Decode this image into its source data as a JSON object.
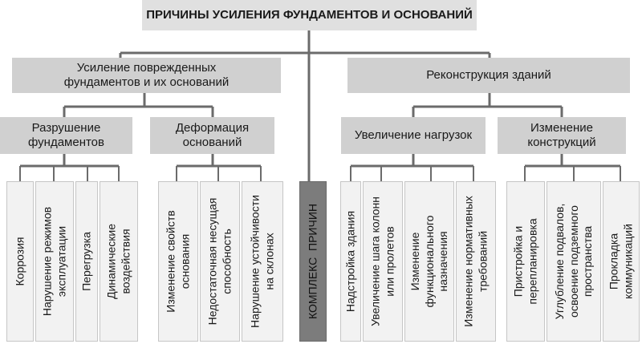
{
  "title": "ПРИЧИНЫ УСИЛЕНИЯ ФУНДАМЕНТОВ И ОСНОВАНИЙ",
  "branches": {
    "damaged": "Усиление поврежденных\nфундаментов и их оснований",
    "reconstruction": "Реконструкция зданий"
  },
  "groups": {
    "destruction": "Разрушение\nфундаментов",
    "deformation": "Деформация\nоснований",
    "load_increase": "Увеличение нагрузок",
    "structure_change": "Изменение\nконструкций"
  },
  "center": "КОМПЛЕКС  ПРИЧИН",
  "leaves": {
    "destruction": [
      "Коррозия",
      "Нарушение режимов\nэксплуатации",
      "Перегрузка",
      "Динамические\nвоздействия"
    ],
    "deformation": [
      "Изменение свойств\nоснования",
      "Недостаточная несущая\nспособность",
      "Нарушение устойчивости\nна склонах"
    ],
    "load_increase": [
      "Надстройка здания",
      "Увеличение шага колонн\nили пролетов",
      "Изменение\nфункционального\nназначения",
      "Изменение нормативных\nтребований"
    ],
    "structure_change": [
      "Пристройка и\nперепланировка",
      "Углубление подвалов,\nосвоение подземного\nпространства",
      "Прокладка\nкоммуникаций"
    ]
  }
}
